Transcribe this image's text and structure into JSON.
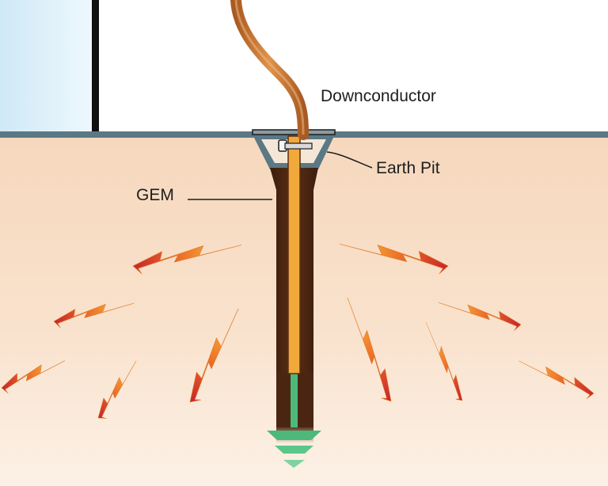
{
  "labels": {
    "downconductor": "Downconductor",
    "earth_pit": "Earth Pit",
    "gem": "GEM"
  },
  "colors": {
    "sky_left": "#d8eef8",
    "wall": "#ffffff",
    "ground_top": "#f7dcc3",
    "ground_bottom": "#fbeee2",
    "surface_line": "#5b7885",
    "gem_fill": "#4a2612",
    "rod": "#f2a93b",
    "downconductor": "#c7732f",
    "earth_symbol": "#4cb87a",
    "bolt_fitting": "#1d1d1d"
  },
  "icons": {
    "discharge_bolts": "lightning-bolt-icon",
    "ground_symbol": "earth-ground-icon"
  }
}
